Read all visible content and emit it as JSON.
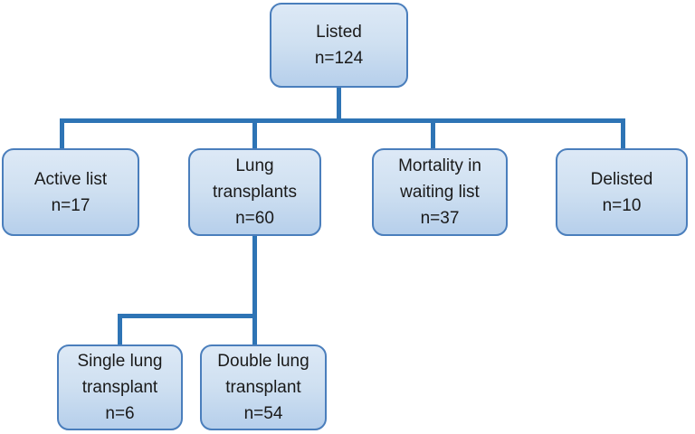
{
  "diagram": {
    "type": "flowchart",
    "description": "Lung transplant waiting-list outcome flowchart"
  },
  "nodes": {
    "listed": {
      "label": "Listed",
      "count": "n=124"
    },
    "active_list": {
      "label": "Active list",
      "count": "n=17"
    },
    "lung_transplants": {
      "label": "Lung\ntransplants",
      "count": "n=60"
    },
    "mortality": {
      "label": "Mortality in\nwaiting list",
      "count": "n=37"
    },
    "delisted": {
      "label": "Delisted",
      "count": "n=10"
    },
    "single_lung": {
      "label": "Single lung\ntransplant",
      "count": "n=6"
    },
    "double_lung": {
      "label": "Double lung\ntransplant",
      "count": "n=54"
    }
  },
  "edges": [
    {
      "from": "listed",
      "to": "active_list"
    },
    {
      "from": "listed",
      "to": "lung_transplants"
    },
    {
      "from": "listed",
      "to": "mortality"
    },
    {
      "from": "listed",
      "to": "delisted"
    },
    {
      "from": "lung_transplants",
      "to": "single_lung"
    },
    {
      "from": "lung_transplants",
      "to": "double_lung"
    }
  ],
  "colors": {
    "box_border": "#4a7ebc",
    "box_fill_top": "#dde9f6",
    "box_fill_mid": "#cfe0f1",
    "box_fill_bottom": "#b6cfeb",
    "connector_color": "#2e74b5",
    "text_color": "#1a1a1a"
  }
}
